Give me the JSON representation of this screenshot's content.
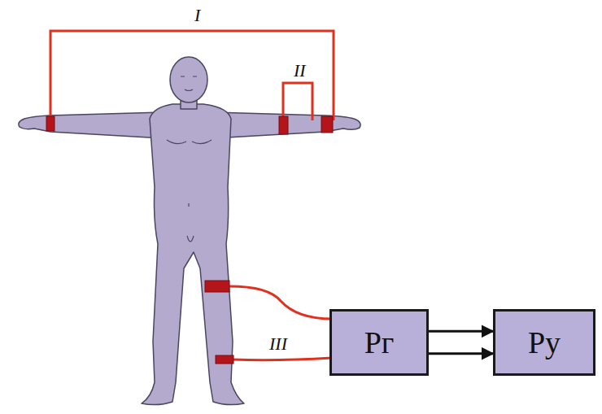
{
  "diagram": {
    "nodes": [
      {
        "text": [
          "Рг"
        ]
      },
      {
        "text": [
          "Ру"
        ]
      }
    ],
    "edges": [
      {
        "from": 0,
        "to": 1,
        "arrow": "to"
      },
      {
        "from": 0,
        "to": 1,
        "arrow": "to"
      }
    ],
    "labels": [
      "I",
      "II",
      "III"
    ]
  }
}
